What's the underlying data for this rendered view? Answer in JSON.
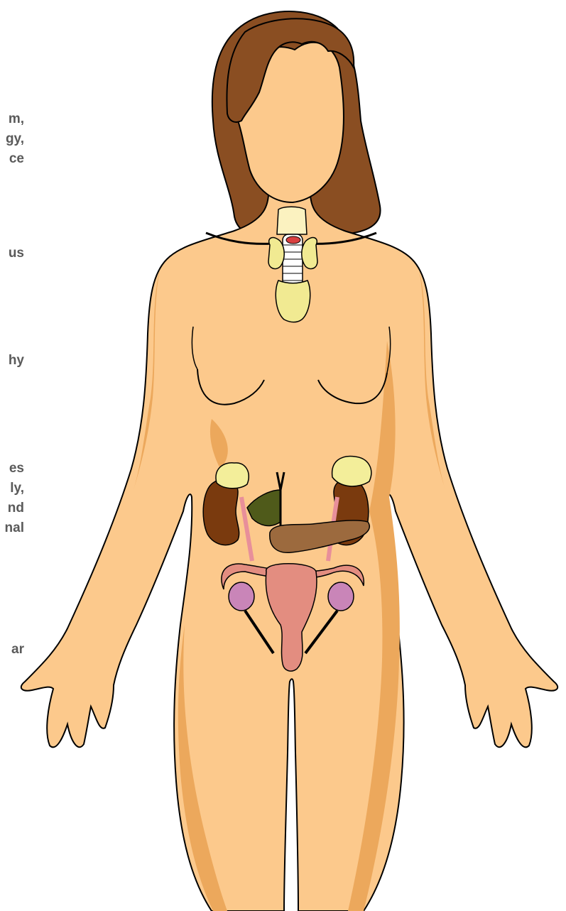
{
  "colors": {
    "skin": "#fcc98c",
    "skin_shade": "#eca85c",
    "hair": "#8a4e22",
    "outline": "#000000",
    "thyroid": "#f1ea92",
    "kidney": "#7a3a0e",
    "adrenal": "#f3ee9a",
    "pancreas": "#9c6a3e",
    "gallbladder": "#4f5a1a",
    "uterus": "#e38d80",
    "ovary": "#c985b8",
    "label_text": "#5a5a5a"
  },
  "label_fragments": [
    "m,",
    "gy,",
    "ce",
    "us",
    "hy",
    "es",
    "ly,",
    "nd",
    "nal",
    "ar"
  ]
}
